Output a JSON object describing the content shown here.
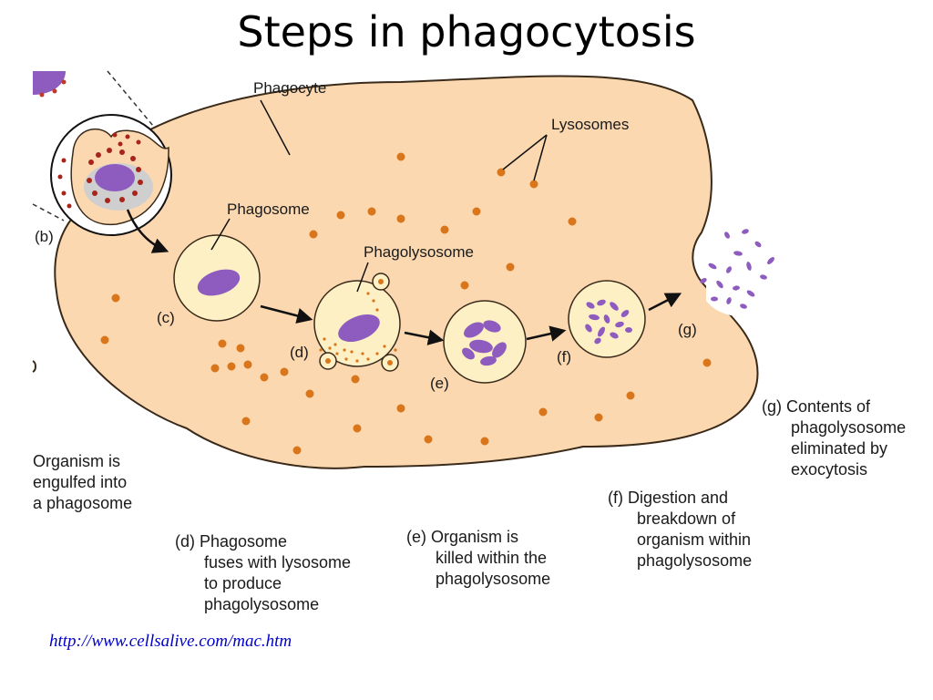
{
  "title": "Steps in phagocytosis",
  "labels": {
    "phagocyte": "Phagocyte",
    "lysosomes": "Lysosomes",
    "phagosome": "Phagosome",
    "phagolysosome": "Phagolysosome",
    "b": "(b)",
    "c": "(c)",
    "d": "(d)",
    "e": "(e)",
    "f": "(f)",
    "g": "(g)"
  },
  "captions": {
    "b": [
      "Organism is",
      "engulfed into",
      "a phagosome"
    ],
    "d": [
      "(d) Phagosome",
      "fuses with lysosome",
      "to produce",
      "phagolysosome"
    ],
    "e": [
      "(e) Organism is",
      "killed within the",
      "phagolysosome"
    ],
    "f": [
      "(f) Digestion and",
      "breakdown of",
      "organism within",
      "phagolysosome"
    ],
    "g": [
      "(g) Contents of",
      "phagolysosome",
      "eliminated by",
      "exocytosis"
    ]
  },
  "source": "http://www.cellsalive.com/mac.htm",
  "colors": {
    "cytoplasm": "#fbd8b0",
    "vesicle": "#fdf0c4",
    "organism": "#8e5bbf",
    "lysosome": "#d9761c",
    "outline": "#3a2a1a"
  }
}
